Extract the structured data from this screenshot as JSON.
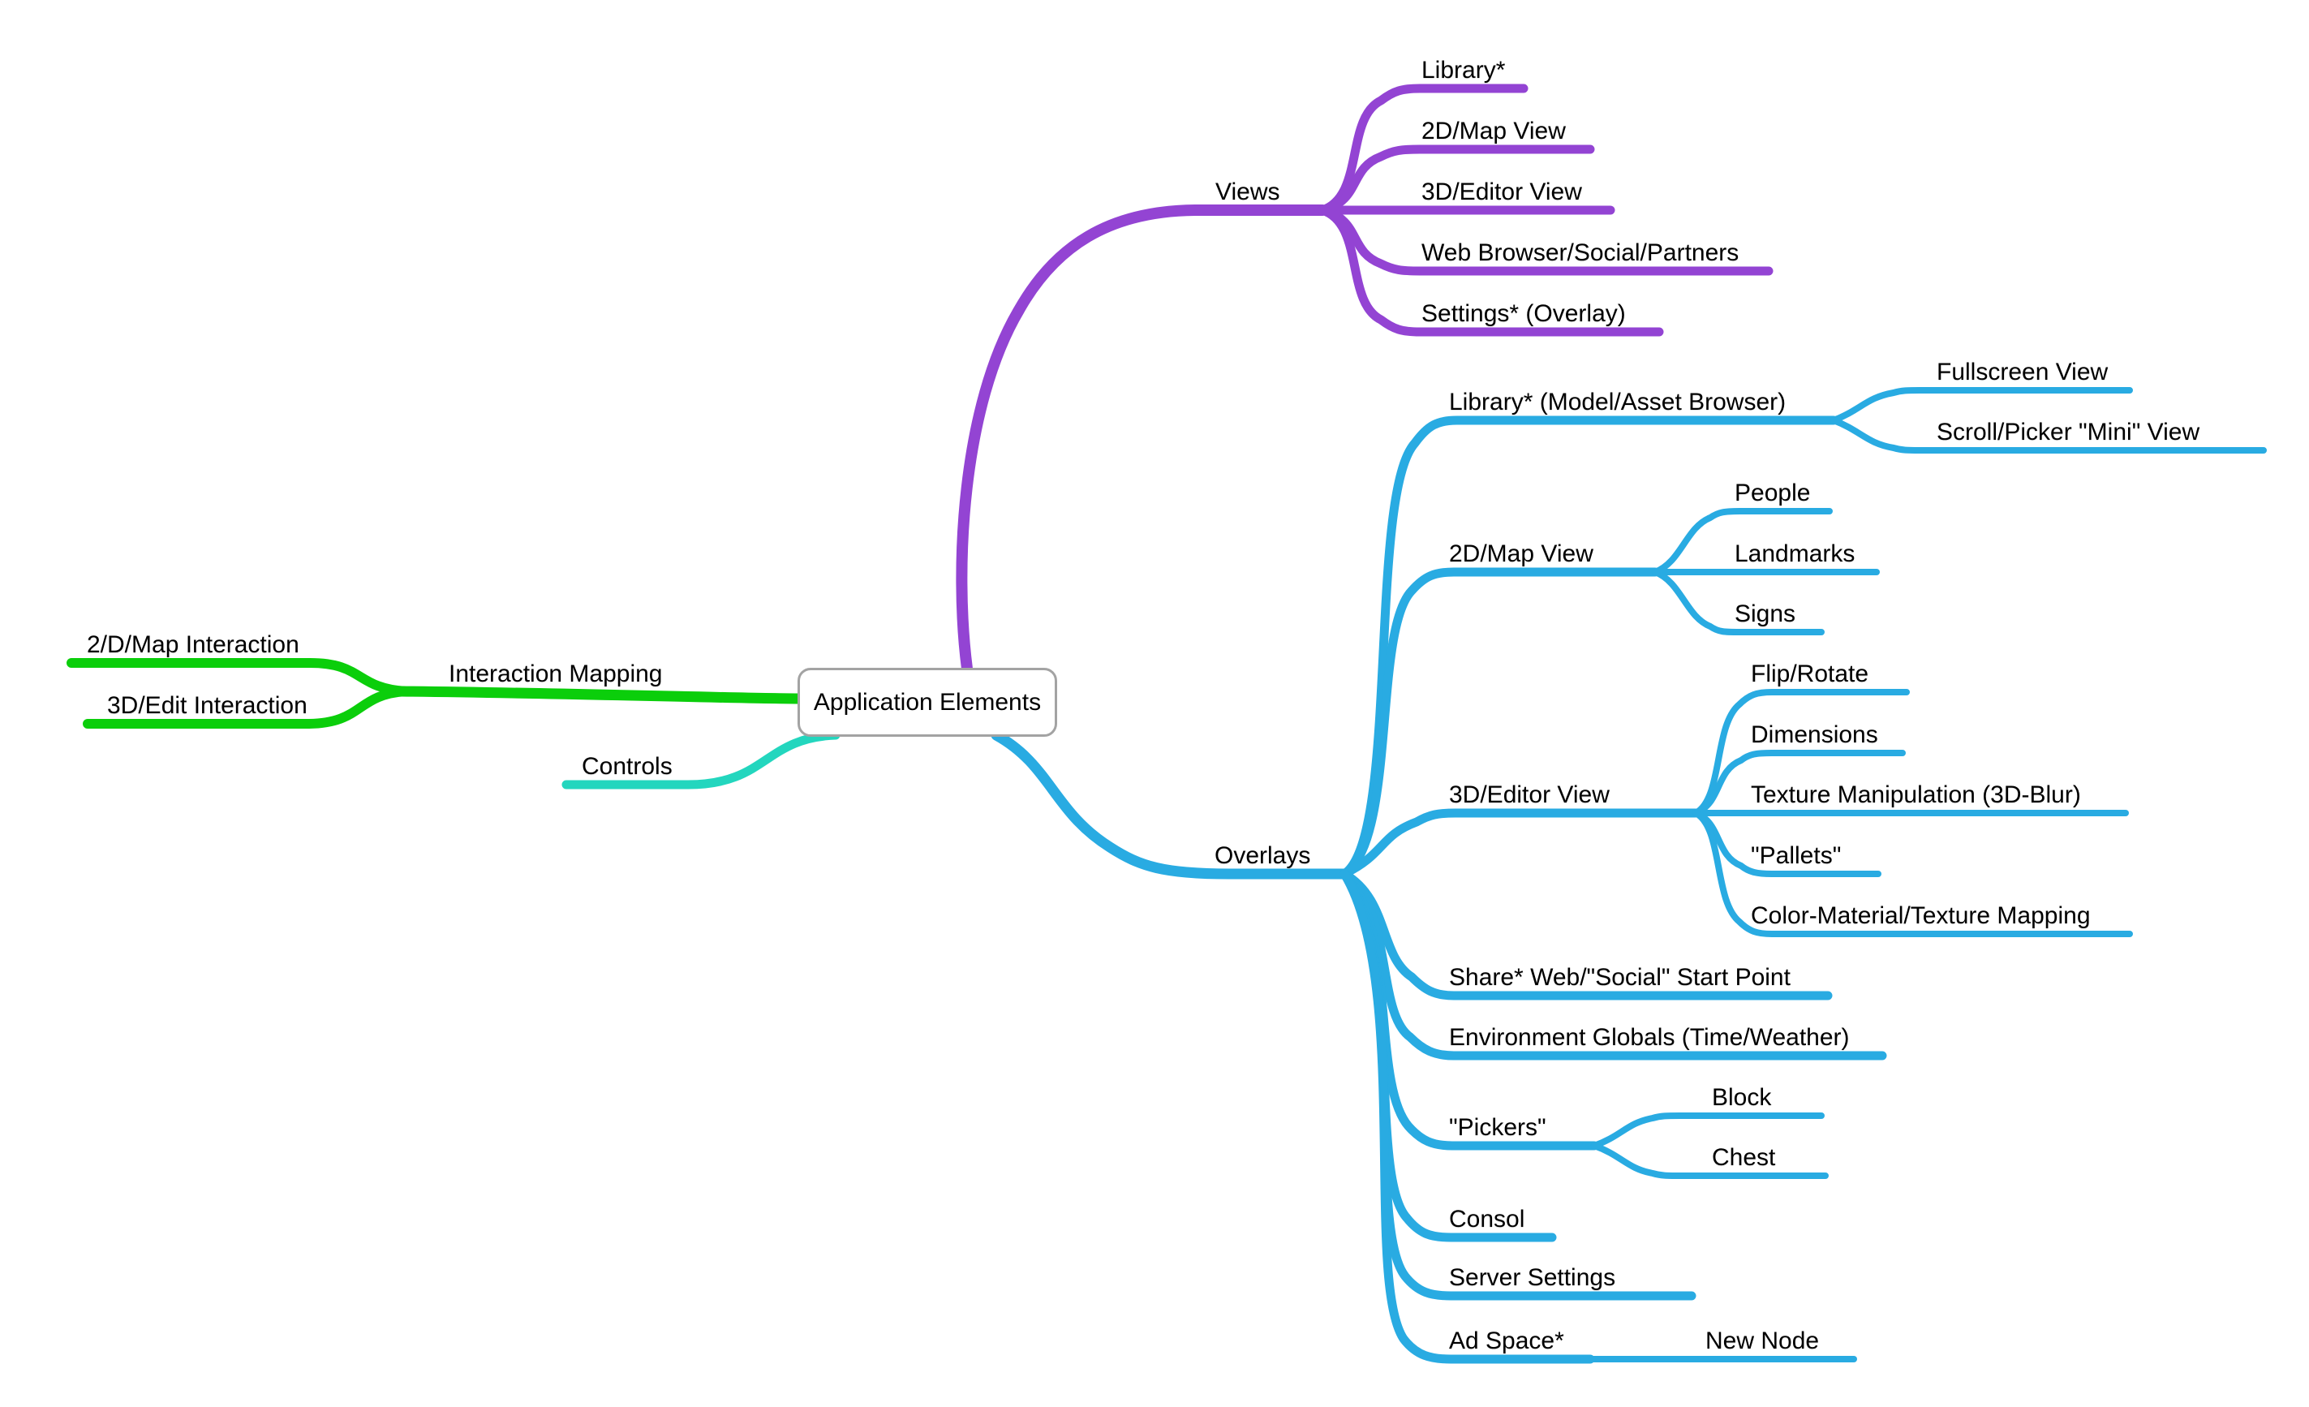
{
  "colors": {
    "views": "#9344D3",
    "interaction": "#0BCE0B",
    "controls": "#23D6BE",
    "overlays": "#29ABE2",
    "node_border": "#A3A3A3",
    "text": "#000000",
    "background": "#FFFFFF"
  },
  "tree": {
    "label": "Application Elements",
    "branches": [
      {
        "label": "Interaction Mapping",
        "color": "#0BCE0B",
        "side": "left",
        "children": [
          {
            "label": "2/D/Map Interaction"
          },
          {
            "label": "3D/Edit Interaction"
          }
        ]
      },
      {
        "label": "Controls",
        "color": "#23D6BE",
        "side": "left",
        "children": []
      },
      {
        "label": "Views",
        "color": "#9344D3",
        "side": "right",
        "children": [
          {
            "label": "Library*"
          },
          {
            "label": "2D/Map View"
          },
          {
            "label": "3D/Editor View"
          },
          {
            "label": "Web Browser/Social/Partners"
          },
          {
            "label": "Settings* (Overlay)"
          }
        ]
      },
      {
        "label": "Overlays",
        "color": "#29ABE2",
        "side": "right",
        "children": [
          {
            "label": "Library* (Model/Asset Browser)",
            "children": [
              {
                "label": "Fullscreen View"
              },
              {
                "label": "Scroll/Picker \"Mini\" View"
              }
            ]
          },
          {
            "label": "2D/Map View",
            "children": [
              {
                "label": "People"
              },
              {
                "label": "Landmarks"
              },
              {
                "label": "Signs"
              }
            ]
          },
          {
            "label": "3D/Editor View",
            "children": [
              {
                "label": "Flip/Rotate"
              },
              {
                "label": "Dimensions"
              },
              {
                "label": "Texture Manipulation (3D-Blur)"
              },
              {
                "label": "\"Pallets\""
              },
              {
                "label": "Color-Material/Texture Mapping"
              }
            ]
          },
          {
            "label": "Share* Web/\"Social\" Start Point"
          },
          {
            "label": "Environment Globals (Time/Weather)"
          },
          {
            "label": "\"Pickers\"",
            "children": [
              {
                "label": "Block"
              },
              {
                "label": "Chest"
              }
            ]
          },
          {
            "label": "Consol"
          },
          {
            "label": "Server Settings"
          },
          {
            "label": "Ad Space*",
            "children": [
              {
                "label": "New Node"
              }
            ]
          }
        ]
      }
    ]
  }
}
